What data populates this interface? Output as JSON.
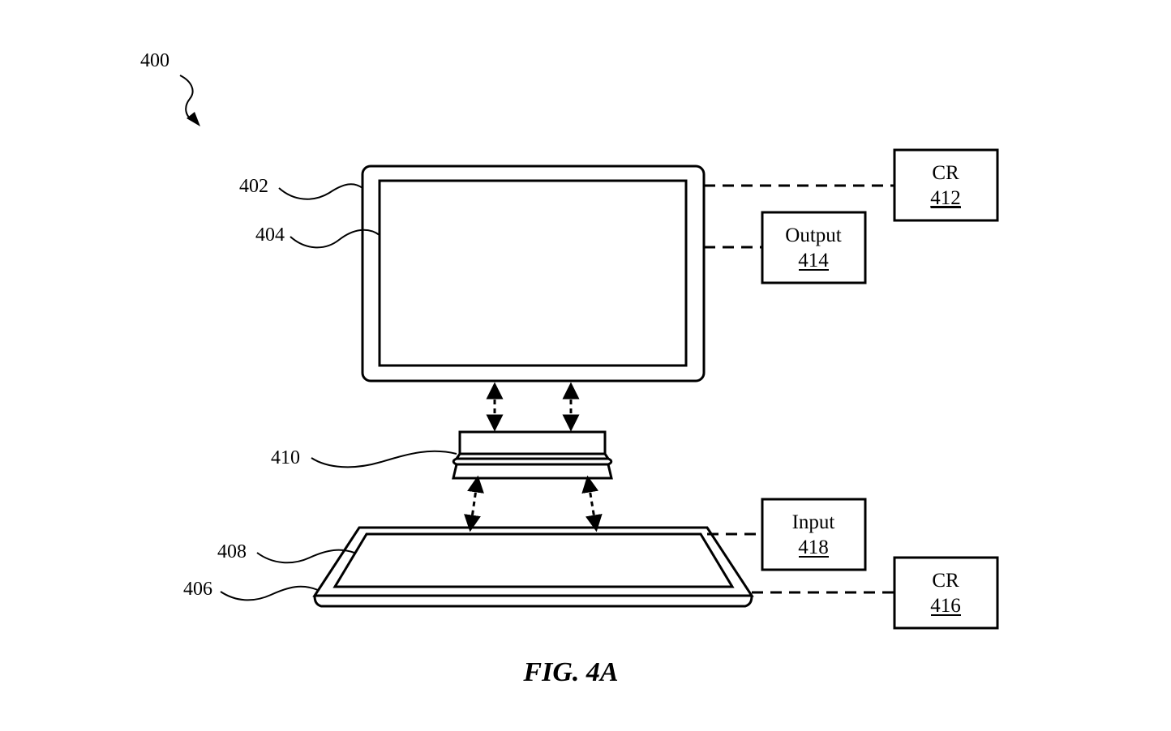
{
  "figure": {
    "caption": "FIG. 4A",
    "reference_labels": {
      "system": "400",
      "display_housing": "402",
      "display_screen": "404",
      "keyboard_base": "406",
      "keyboard_surface": "408",
      "connector": "410"
    },
    "boxes": {
      "cr_top": {
        "title": "CR",
        "number": "412"
      },
      "output": {
        "title": "Output",
        "number": "414"
      },
      "input": {
        "title": "Input",
        "number": "418"
      },
      "cr_bottom": {
        "title": "CR",
        "number": "416"
      }
    }
  }
}
